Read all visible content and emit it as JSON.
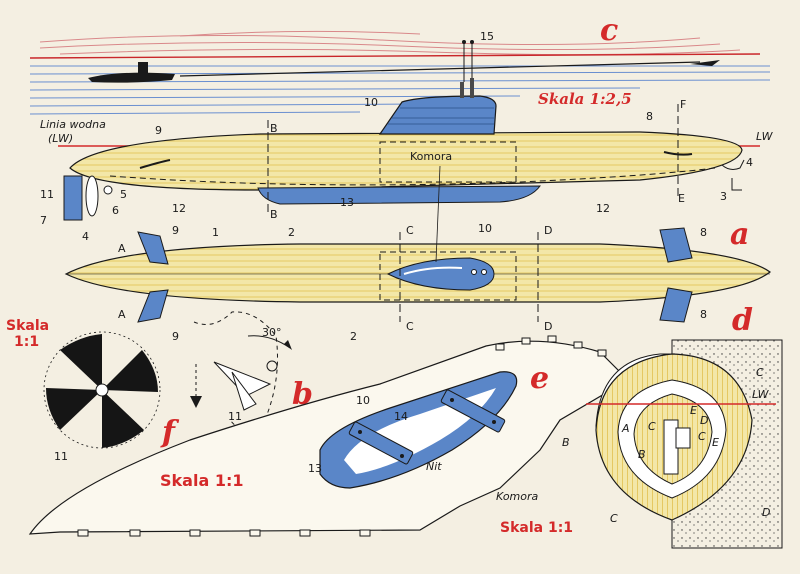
{
  "letters": {
    "a": "a",
    "b": "b",
    "c": "c",
    "d": "d",
    "e": "e",
    "f": "f"
  },
  "scales": {
    "main": "Skala 1:2,5",
    "e": "Skala 1:1",
    "d": "Skala 1:1",
    "f_line1": "Skala",
    "f_line2": "1:1"
  },
  "waterline": {
    "line1": "Linia wodna",
    "line2": "(LW)",
    "short": "LW",
    "short_d": "LW"
  },
  "chamber": {
    "a": "Komora",
    "d": "Komora"
  },
  "rivet": "Nit",
  "angle": "30°",
  "section_marks": {
    "B": "B",
    "C": "C",
    "D": "D",
    "E": "E",
    "F": "F"
  },
  "section_letters": {
    "A": "A",
    "B": "B",
    "C": "C",
    "D": "D",
    "E": "E"
  },
  "numbers": {
    "n1": "1",
    "n2": "2",
    "n3": "3",
    "n4": "4",
    "n5": "5",
    "n6": "6",
    "n7": "7",
    "n8": "8",
    "n9": "9",
    "n10": "10",
    "n11": "11",
    "n12": "12",
    "n13": "13",
    "n14": "14",
    "n15": "15"
  },
  "colors": {
    "hull_yellow": "#f3e7a8",
    "hull_stripe": "#e6c45a",
    "blue": "#3f6fb8",
    "red": "#d42a2a",
    "ink": "#1a1a1a",
    "paper": "#f4efe2"
  }
}
